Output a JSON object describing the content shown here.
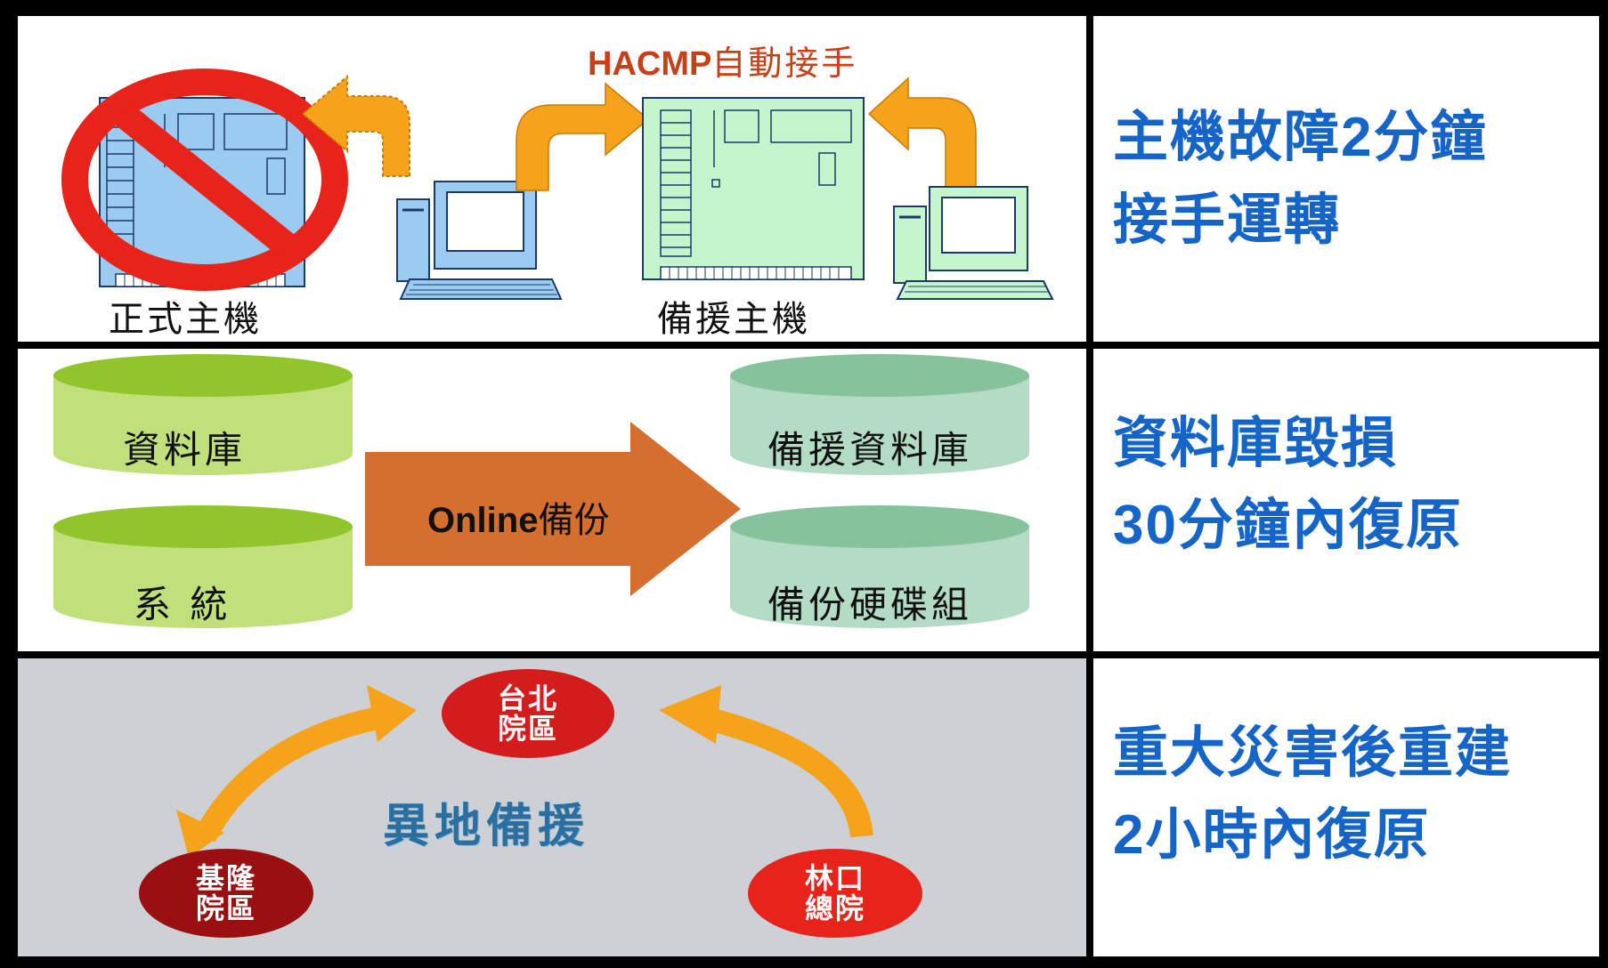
{
  "row1": {
    "hacmp_en": "HACMP",
    "hacmp_zh": "自動接手",
    "primary_host": "正式主機",
    "backup_host": "備援主機",
    "summary": {
      "line1_pre": "主機故障",
      "line1_num": "2",
      "line1_post": "分鐘",
      "line2": "接手運轉"
    }
  },
  "row2": {
    "db": "資料庫",
    "system": "系  統",
    "arrow_en": "Online",
    "arrow_zh": "備份",
    "backup_db": "備援資料庫",
    "backup_disk": "備份硬碟組",
    "summary": {
      "line1": "資料庫毀損",
      "line2_num": "30",
      "line2_post": "分鐘內復原"
    }
  },
  "row3": {
    "center": "異地備援",
    "sites": {
      "taipei": {
        "l1": "台北",
        "l2": "院區"
      },
      "keelung": {
        "l1": "基隆",
        "l2": "院區"
      },
      "linkou": {
        "l1": "林口",
        "l2": "總院"
      }
    },
    "summary": {
      "line1": "重大災害後重建",
      "line2_num": "2",
      "line2_post": "小時內復原"
    }
  },
  "colors": {
    "frame": "#000000",
    "outer_background": "#f7f7c8",
    "summary_text": "#1565c8",
    "hacmp_text": "#c8401a",
    "primary_host": "#9ccbf2",
    "backup_host": "#c4f5cc",
    "arrow_orange": "#f5a31a",
    "prohibit_red": "#e8231a",
    "db_green": "#bfe07a",
    "backup_cyl": "#b4dcc4",
    "backup_arrow": "#d56f2f",
    "site_red": "#d41c1c",
    "site_dark_red": "#9a1010",
    "offsite_text": "#2b6fa0",
    "row3_bg": "#cdd1d6"
  },
  "icons": [
    "server-icon",
    "prohibited-icon",
    "workstation-icon",
    "database-cylinder-icon",
    "curved-arrow-icon"
  ]
}
